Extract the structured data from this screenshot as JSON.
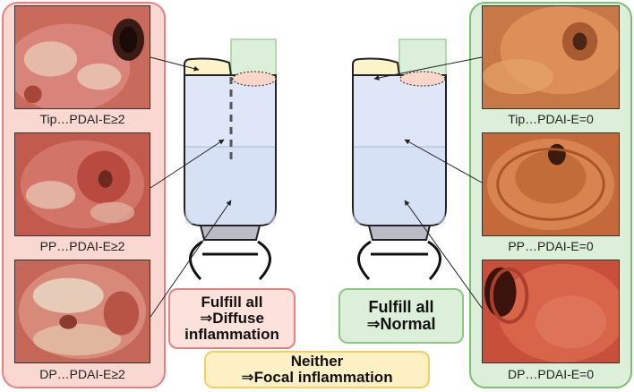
{
  "left_panel": {
    "captions": [
      "Tip…PDAI-E≥2",
      "PP…PDAI-E≥2",
      "DP…PDAI-E≥2"
    ]
  },
  "right_panel": {
    "captions": [
      "Tip…PDAI-E=0",
      "PP…PDAI-E=0",
      "DP…PDAI-E=0"
    ]
  },
  "boxes": {
    "diffuse": [
      "Fulfill all",
      "⇒Diffuse",
      "inflammation"
    ],
    "normal": [
      "Fulfill all",
      "⇒Normal"
    ],
    "focal": [
      "Neither",
      "⇒Focal inflammation"
    ]
  },
  "colors": {
    "inflamed_panel": "#f8d8d0",
    "normal_panel": "#dcefd8",
    "focal_box": "#fdf0c4",
    "tip_region": "#fdf3c8",
    "body_region": "#dfe6f8",
    "jejunum_limb": "#dcefd8"
  }
}
